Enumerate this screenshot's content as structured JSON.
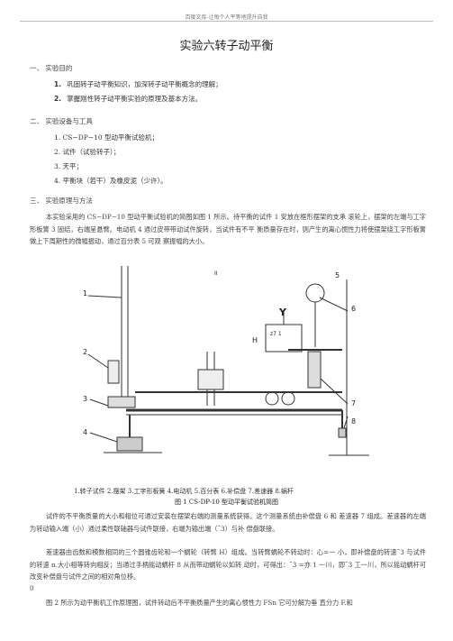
{
  "header": "百度文库-让每个人平等地提升自我",
  "title": "实验六转子动平衡",
  "sections": {
    "s1": "一、  实验目的",
    "s2": "二、  实验设备与工具",
    "s3": "三、  实验原理与方法"
  },
  "purpose": [
    {
      "num": "1.",
      "text": "巩固转子动平衡知识，加深转子动平衡概念的理解；"
    },
    {
      "num": "2.",
      "text": "掌握刚性转子动平衡实验的原理及基本方法。"
    }
  ],
  "equipment": [
    "1.  CS−DP−10 型动平衡试验机；",
    "2.  试件（试验转子）；",
    "3.  天平；",
    "4.  平衡块（若干）及橡皮泥（少许）。"
  ],
  "principle": {
    "p1": "本实验采用的 CS−DP−10 型动平衡试验机的简图如图 1 所示。待平衡的试件 1 安放在框形摆架的支承  滚轮上，摆架的左端与工字形板簧 3 固结，右端呈悬臂。电动机 4 通过皮带带动试件旋转，当试件有不平  衡质量存在时，则产生的离心惯性力将使摆架绕工字形板簧做上下周期性的微幅振动，通过百分表 5 可观  察振幅的大小。",
    "p2": "试件的不平衡质量的大小和相位可通过安装在摆架右端的测量系统获得。这个测量系统由补偿盘 6 和  差速器 7 组成。差速器的左端为转动输入端（小）通过柔性联轴器与试件联接，右端为输出端（˜3）与补  偿盘联接。",
    "p3": "差速器由齿数和模数相同的三个圆锥齿轮和一个蜗轮（转臂 H）组成。当转臂蜗轮不转动时：心=一  小，即补偿盘的转速˜3 与试件的转速 n.大小相等转向相反；当通过手柄摇动蜗杆 8 从而带动蜗轮以如转  动时，可得出：˜3 =亦 1 一川，即˜3 工一川，所以摇动蜗杆可改变补偿盘与试件之间的相对角位移。",
    "p4": "0",
    "p5": "图 2 所示为动平衡机工作原理图，试件转动后不平衡质量产生的离心惯性力  FSn 它可分解为垂  直分力 F.和"
  },
  "figure": {
    "labels": [
      "1",
      "2",
      "3",
      "4",
      "5",
      "6",
      "7",
      "8",
      "Y",
      "H",
      "z7 1",
      "II"
    ],
    "legend": "1.转子试件 2.摆架 3.工字形板簧 4.电动机      5.百分表 6.补偿盘 7.差速器          8.蜗杆",
    "caption": "图 1 CS-DP-10 型动平衡试验机简图"
  }
}
